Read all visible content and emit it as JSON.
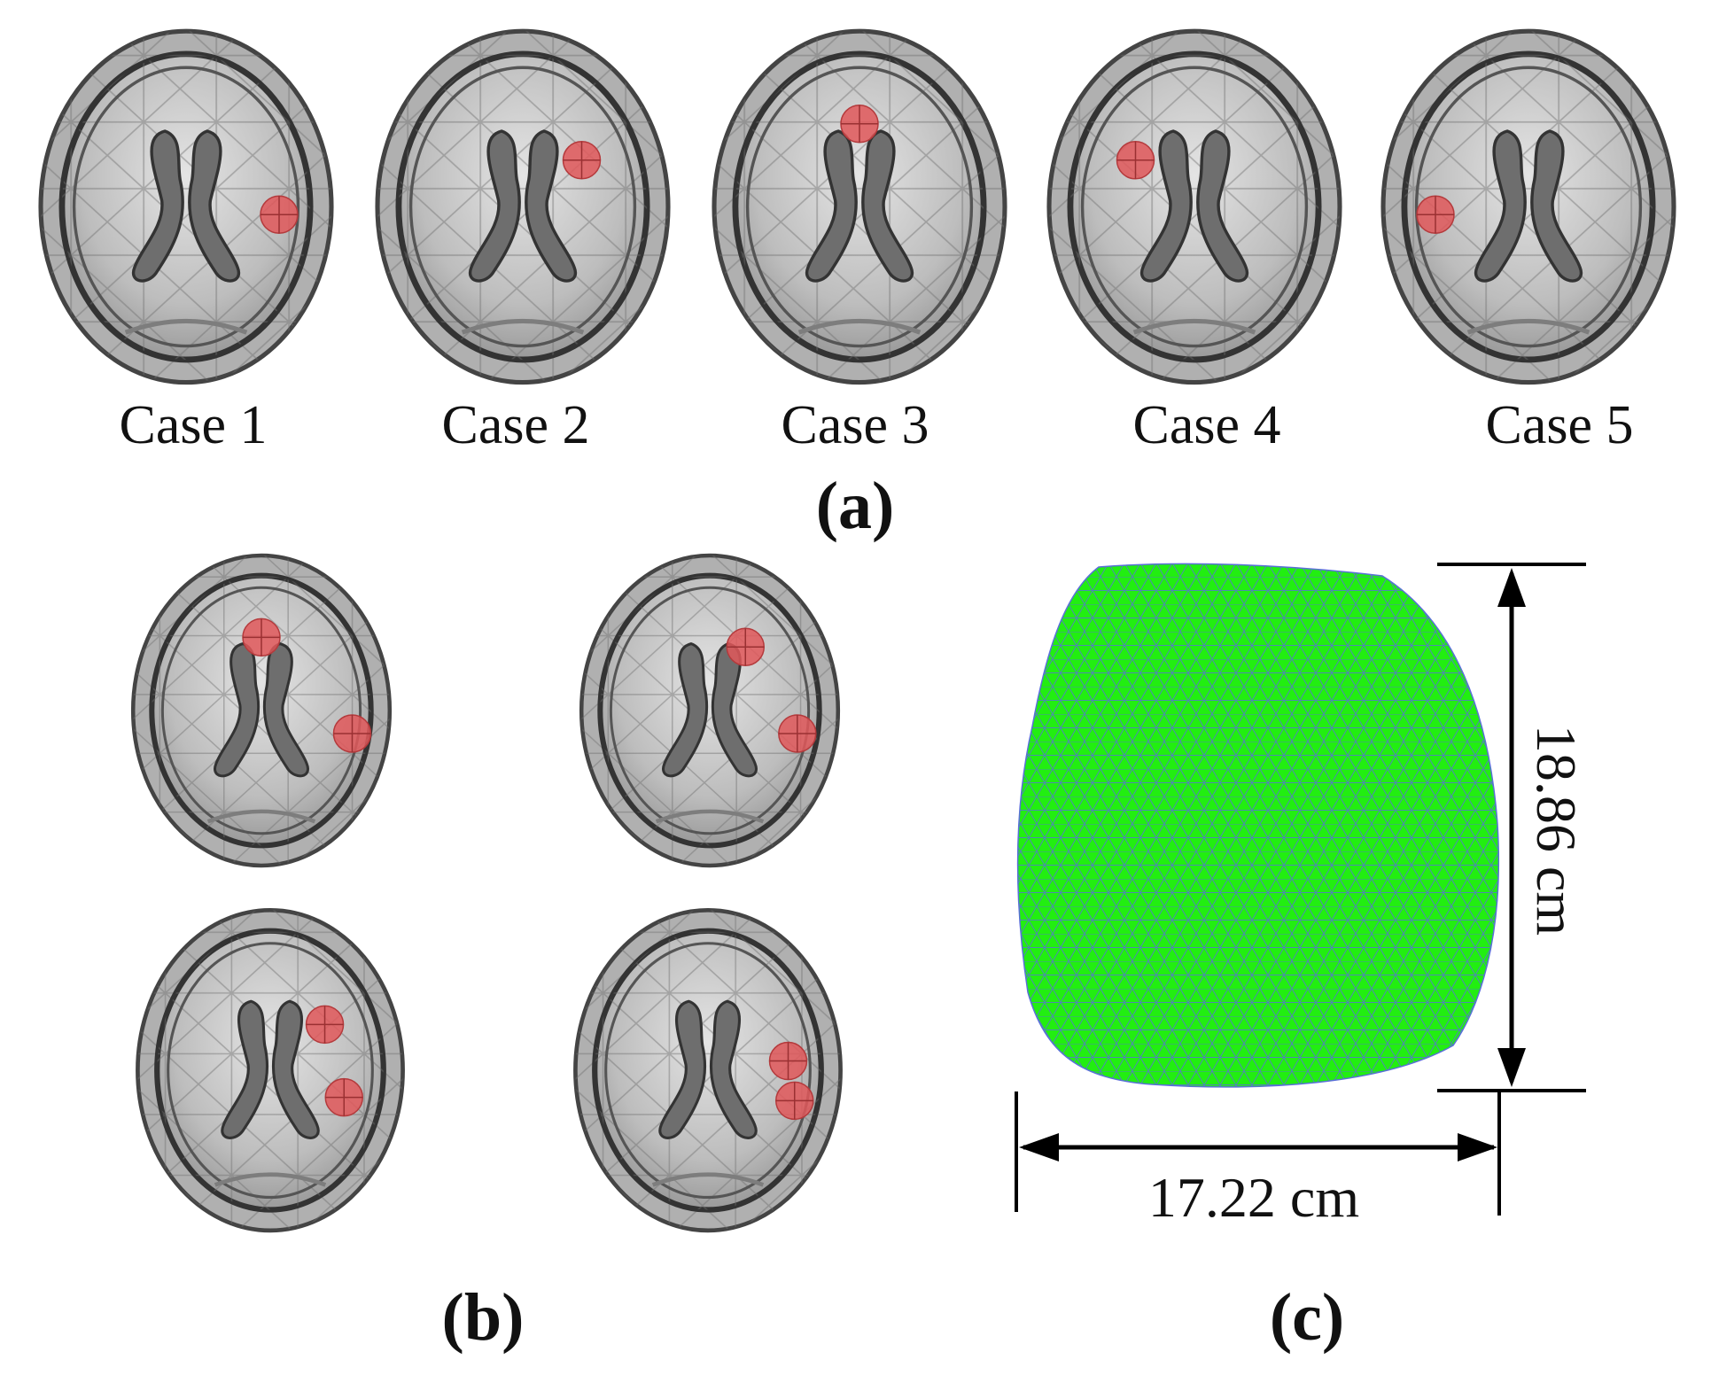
{
  "figure": {
    "panel_a": {
      "label": "(a)",
      "cases": [
        {
          "label": "Case 1",
          "inclusions": [
            [
              0.8,
              0.53
            ]
          ]
        },
        {
          "label": "Case 2",
          "inclusions": [
            [
              0.69,
              0.38
            ]
          ]
        },
        {
          "label": "Case 3",
          "inclusions": [
            [
              0.5,
              0.28
            ]
          ]
        },
        {
          "label": "Case 4",
          "inclusions": [
            [
              0.31,
              0.38
            ]
          ]
        },
        {
          "label": "Case 5",
          "inclusions": [
            [
              0.2,
              0.53
            ]
          ]
        }
      ]
    },
    "panel_b": {
      "label": "(b)",
      "heads": [
        {
          "inclusions": [
            [
              0.5,
              0.28
            ],
            [
              0.78,
              0.58
            ]
          ]
        },
        {
          "inclusions": [
            [
              0.61,
              0.31
            ],
            [
              0.77,
              0.58
            ]
          ]
        },
        {
          "inclusions": [
            [
              0.67,
              0.37
            ],
            [
              0.73,
              0.59
            ]
          ]
        },
        {
          "inclusions": [
            [
              0.75,
              0.48
            ],
            [
              0.77,
              0.6
            ]
          ]
        }
      ]
    },
    "panel_c": {
      "label": "(c)",
      "height_label": "18.86 cm",
      "width_label": "17.22 cm",
      "mesh_color": "#22ee11",
      "mesh_line_color": "#5a6fd8"
    },
    "inclusion_color": "#e0585a"
  }
}
